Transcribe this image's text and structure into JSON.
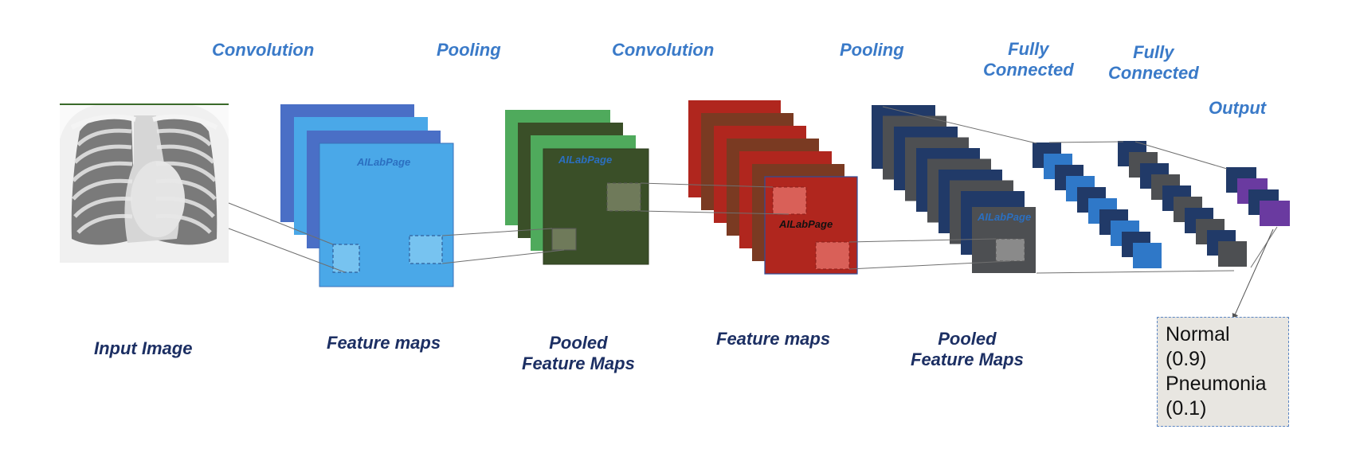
{
  "operations": {
    "convolution_1": "Convolution",
    "pooling_1": "Pooling",
    "convolution_2": "Convolution",
    "pooling_2": "Pooling",
    "fully_connected_1": [
      "Fully",
      "Connected"
    ],
    "fully_connected_2": [
      "Fully",
      "Connected"
    ],
    "output": "Output"
  },
  "stages": {
    "input_image": "Input Image",
    "feature_maps_1": "Feature maps",
    "pooled_1": [
      "Pooled",
      "Feature Maps"
    ],
    "feature_maps_2": "Feature maps",
    "pooled_2": [
      "Pooled",
      "Feature Maps"
    ]
  },
  "watermark": "AILabPage",
  "output_box": {
    "lines": [
      "Normal",
      "(0.9)",
      "Pneumonia",
      "(0.1)"
    ]
  },
  "colors": {
    "operation_text": "#3a7ac8",
    "stage_text": "#1c2f63",
    "conv1_light": "#4aa8e8",
    "conv1_dark": "#4a6fc6",
    "pool1_green": "#4faa5c",
    "pool1_dark": "#3a4f28",
    "conv2_red": "#b0261e",
    "conv2_brown": "#7a3a22",
    "pool2_navy": "#213a68",
    "pool2_gray": "#4d4f52",
    "fc_blue": "#2f78c8",
    "output_purple": "#6a3aa0"
  }
}
